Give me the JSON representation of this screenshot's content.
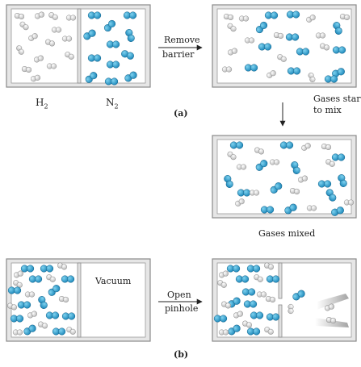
{
  "labels": {
    "h2_prefix": "H",
    "h2_sub": "2",
    "n2_prefix": "N",
    "n2_sub": "2",
    "remove_barrier_line1": "Remove",
    "remove_barrier_line2": "barrier",
    "part_a": "(a)",
    "gases_start_line1": "Gases start",
    "gases_start_line2": "to mix",
    "gases_mixed": "Gases mixed",
    "vacuum": "Vacuum",
    "open_pinhole_line1": "Open",
    "open_pinhole_line2": "pinhole",
    "part_b": "(b)"
  },
  "colors": {
    "box_fill": "#e6e6e6",
    "box_border": "#8a8a8a",
    "inner_fill": "#ffffff",
    "h2_light": "#ffffff",
    "h2_dark": "#b9b9b9",
    "n2_light": "#7fd2ef",
    "n2_dark": "#1a86b9",
    "arrow": "#222222"
  }
}
